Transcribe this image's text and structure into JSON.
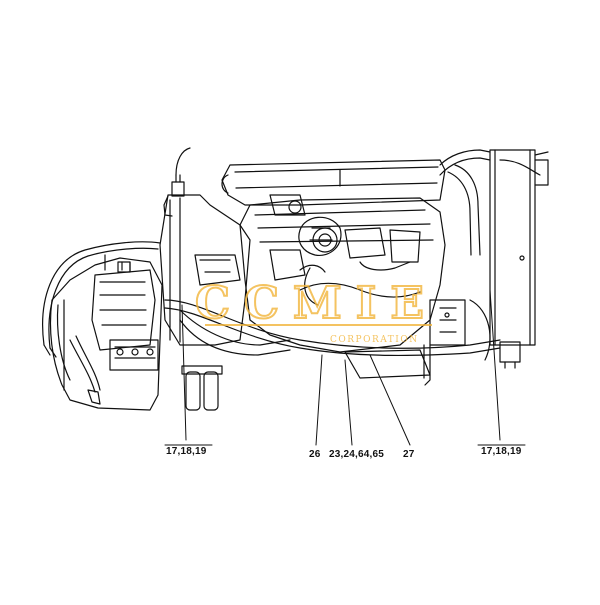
{
  "callouts": {
    "left_group": "17,18,19",
    "item_26": "26",
    "item_23_group": "23,24,64,65",
    "item_27": "27",
    "right_group": "17,18,19"
  },
  "watermark": {
    "brand": "CCMIE",
    "subtitle": "CORPORATION",
    "color": "#f2b53a"
  }
}
